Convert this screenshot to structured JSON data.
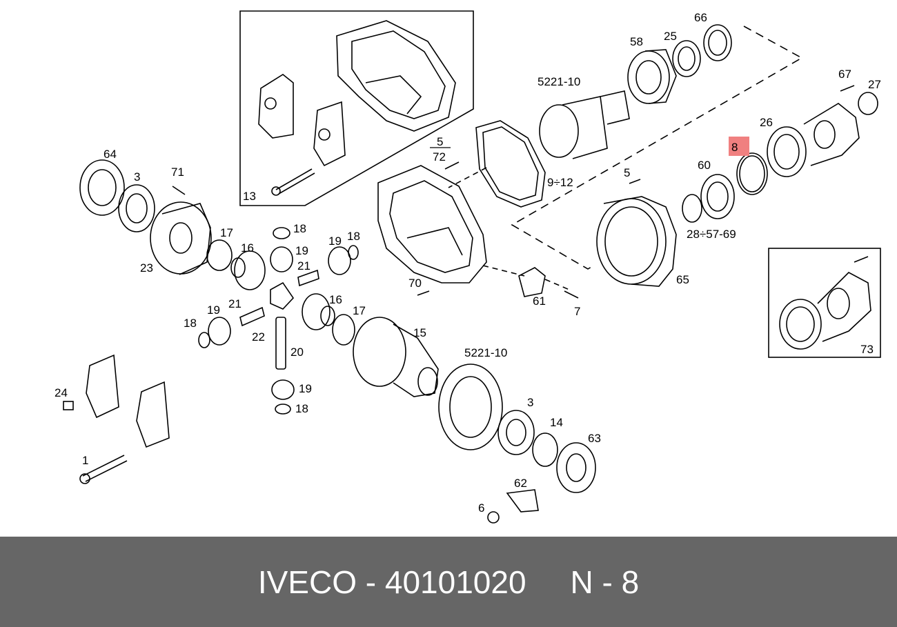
{
  "callouts": {
    "c1": "1",
    "c3a": "3",
    "c3b": "3",
    "c5a": "5",
    "c72": "72",
    "c5b": "5",
    "c6": "6",
    "c7": "7",
    "c8": "8",
    "c9_12": "9÷12",
    "c13": "13",
    "c14": "14",
    "c15": "15",
    "c16a": "16",
    "c16b": "16",
    "c17a": "17",
    "c17b": "17",
    "c18a": "18",
    "c18b": "18",
    "c18c": "18",
    "c18d": "18",
    "c19a": "19",
    "c19b": "19",
    "c19c": "19",
    "c19d": "19",
    "c20": "20",
    "c21a": "21",
    "c21b": "21",
    "c22": "22",
    "c23": "23",
    "c24": "24",
    "c25": "25",
    "c26": "26",
    "c27": "27",
    "c28_57_69": "28÷57-69",
    "c58": "58",
    "c60": "60",
    "c61": "61",
    "c62": "62",
    "c63": "63",
    "c64": "64",
    "c65": "65",
    "c66": "66",
    "c67": "67",
    "c70": "70",
    "c71": "71",
    "c73": "73",
    "c5221a": "5221-10",
    "c5221b": "5221-10"
  },
  "highlight_color": "#f08080",
  "footer": {
    "brand": "IVECO",
    "sep1": " - ",
    "part_number": "40101020",
    "gap": "     ",
    "ref": "N - 8"
  }
}
